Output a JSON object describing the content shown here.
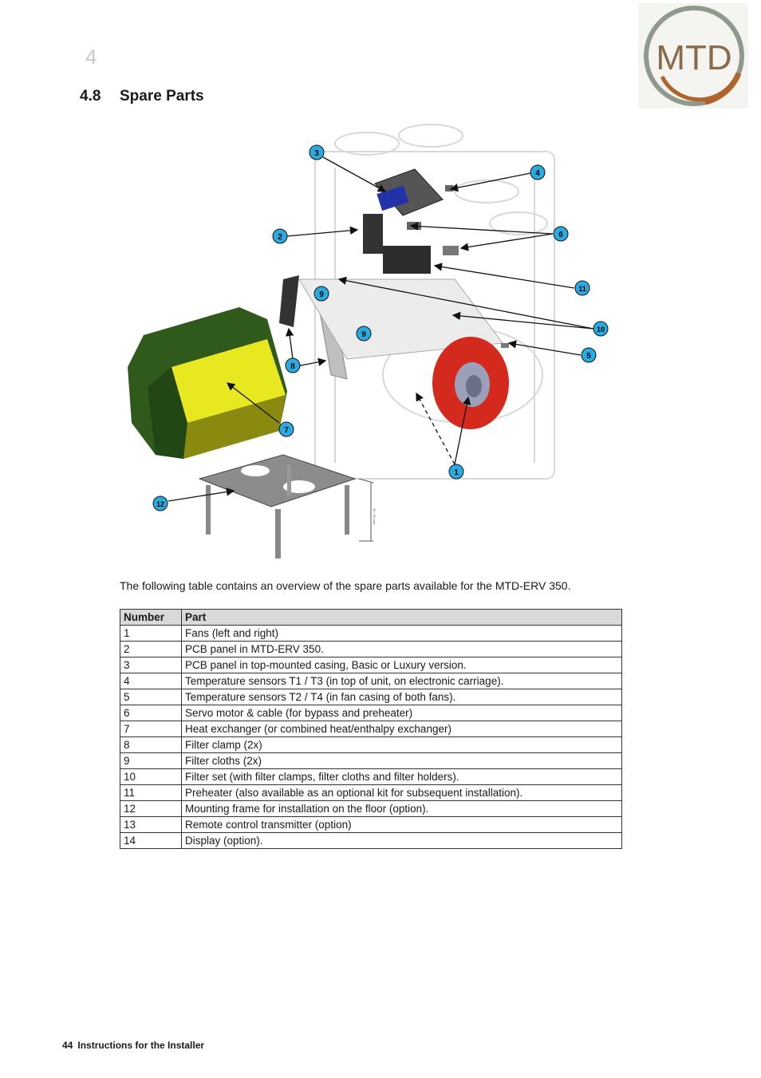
{
  "header": {
    "chapter_number": "4",
    "logo_text": "MTD"
  },
  "section": {
    "number": "4.8",
    "title": "Spare Parts"
  },
  "figure": {
    "callouts": [
      "1",
      "2",
      "3",
      "4",
      "5",
      "6",
      "7",
      "8",
      "9",
      "9",
      "10",
      "11",
      "12"
    ],
    "dimension_label": "30 - 50 mm"
  },
  "intro_text": "The following table contains an overview of the spare parts available for the MTD-ERV 350.",
  "table": {
    "headers": [
      "Number",
      "Part"
    ],
    "rows": [
      [
        "1",
        "Fans (left and right)"
      ],
      [
        "2",
        "PCB panel in MTD-ERV 350."
      ],
      [
        "3",
        "PCB panel in top-mounted casing, Basic or Luxury version."
      ],
      [
        "4",
        "Temperature sensors T1 / T3 (in top of unit, on electronic carriage)."
      ],
      [
        "5",
        "Temperature sensors T2 / T4 (in fan casing of both fans)."
      ],
      [
        "6",
        "Servo motor & cable (for bypass and preheater)"
      ],
      [
        "7",
        "Heat exchanger (or combined heat/enthalpy exchanger)"
      ],
      [
        "8",
        "Filter clamp (2x)"
      ],
      [
        "9",
        "Filter cloths (2x)"
      ],
      [
        "10",
        "Filter set (with filter clamps, filter cloths and filter holders)."
      ],
      [
        "11",
        "Preheater (also available as an optional kit for subsequent installation)."
      ],
      [
        "12",
        "Mounting frame for installation on the floor (option)."
      ],
      [
        "13",
        "Remote control transmitter (option)"
      ],
      [
        "14",
        "Display (option)."
      ]
    ]
  },
  "footer": {
    "page_number": "44",
    "text": "Instructions for the Installer"
  },
  "colors": {
    "callout_fill": "#29abe2",
    "heat_exchanger_face": "#e8e820",
    "heat_exchanger_side": "#2f5a1c",
    "fan_red": "#d42a1e",
    "pcb_blue": "#2432a8",
    "logo_grey": "#8f9a8c",
    "logo_brown": "#b0642a"
  }
}
